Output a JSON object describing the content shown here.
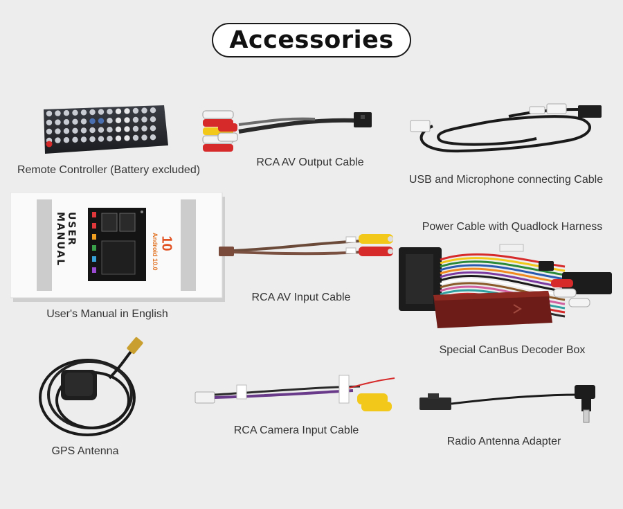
{
  "title": "Accessories",
  "colors": {
    "background": "#ededed",
    "title_border": "#1a1a1a",
    "label_text": "#333333",
    "rca_red": "#d62a2a",
    "rca_yellow": "#f2c81a",
    "rca_white": "#f3f3f3",
    "decoder_box": "#7a1f1a"
  },
  "items": {
    "remote": {
      "label": "Remote Controller (Battery excluded)"
    },
    "rca_av_output": {
      "label": "RCA AV Output Cable"
    },
    "usb_mic": {
      "label": "USB and Microphone connecting Cable"
    },
    "manual": {
      "label": "User's Manual in English",
      "cover_heading": "USER MANUAL",
      "cover_version": "Android 10.0",
      "cover_logo": "10"
    },
    "rca_av_input": {
      "label": "RCA AV Input Cable"
    },
    "power_cable": {
      "label": "Power Cable with Quadlock Harness"
    },
    "canbus": {
      "label": "Special CanBus Decoder Box"
    },
    "gps": {
      "label": "GPS Antenna"
    },
    "rca_camera": {
      "label": "RCA Camera Input Cable"
    },
    "radio_adapter": {
      "label": "Radio Antenna Adapter"
    }
  }
}
